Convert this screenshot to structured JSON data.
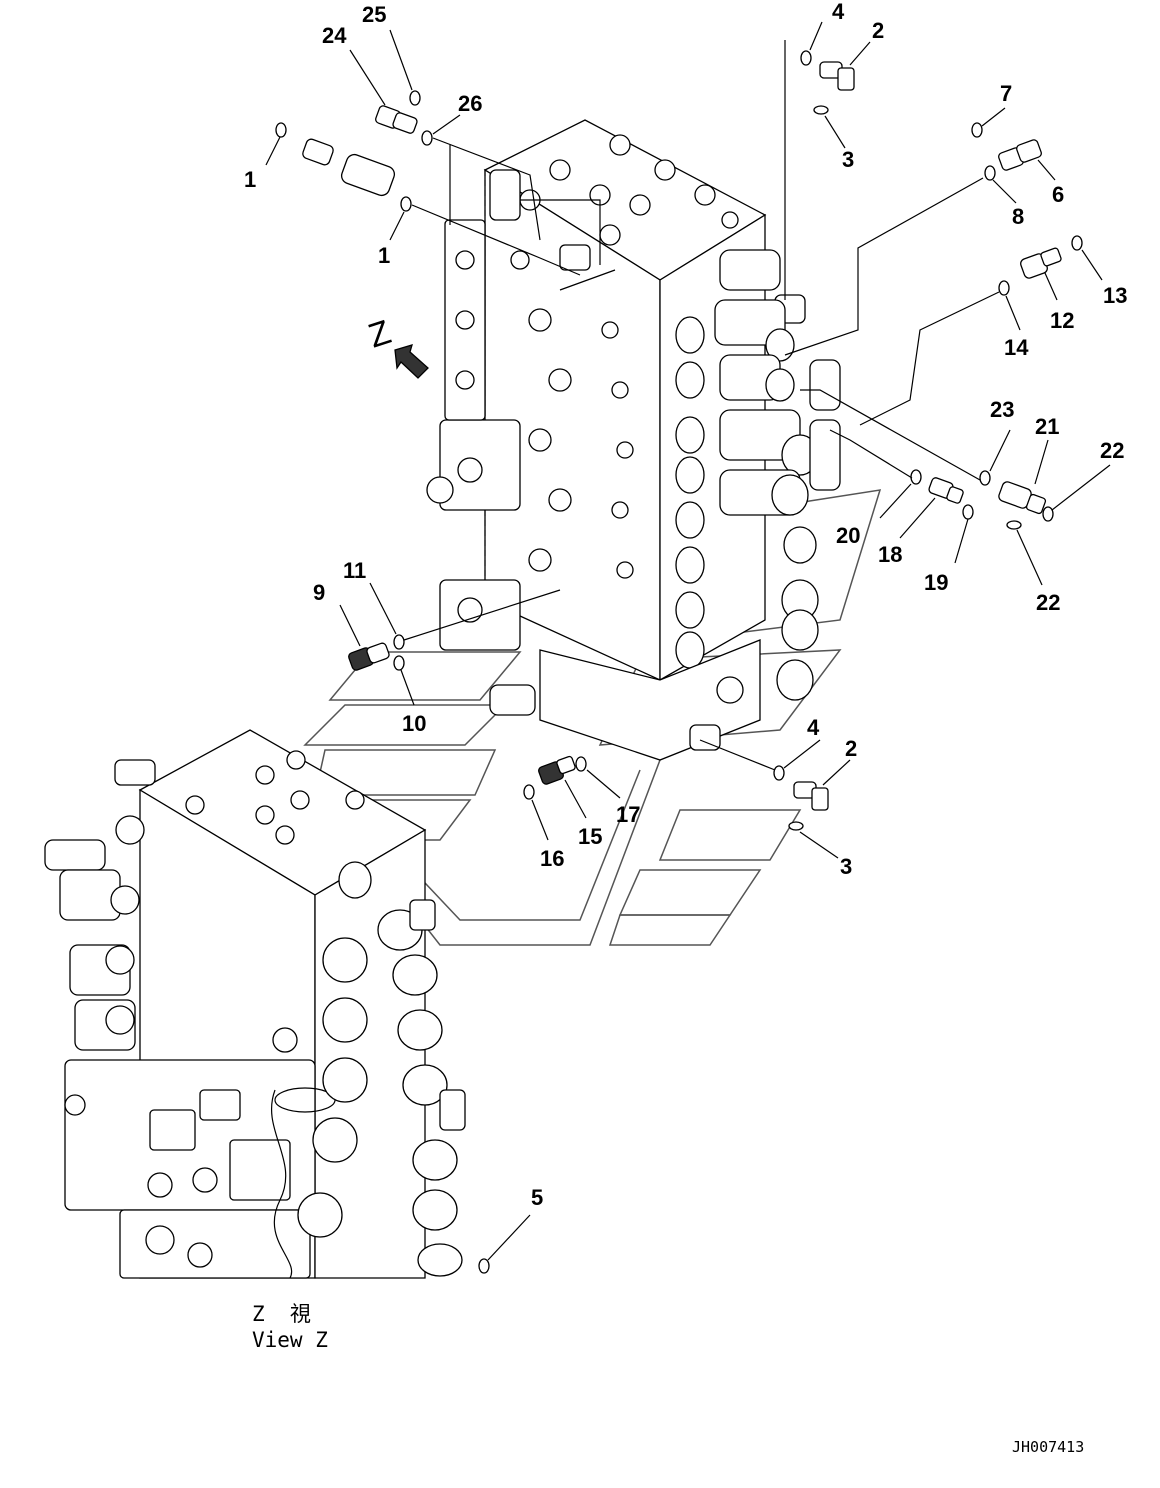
{
  "labels": {
    "n1": "1",
    "n2": "2",
    "n3": "3",
    "n4": "4",
    "n5": "5",
    "n6": "6",
    "n7": "7",
    "n8": "8",
    "n9": "9",
    "n10": "10",
    "n11": "11",
    "n12": "12",
    "n13": "13",
    "n14": "14",
    "n15": "15",
    "n16": "16",
    "n17": "17",
    "n18": "18",
    "n19": "19",
    "n20": "20",
    "n21": "21",
    "n22": "22",
    "n23": "23",
    "n24": "24",
    "n25": "25",
    "n26": "26"
  },
  "view_arrow_label": "Z",
  "view_caption": {
    "jp": "Z  視",
    "en": "View Z"
  },
  "drawing_code": "JH007413"
}
